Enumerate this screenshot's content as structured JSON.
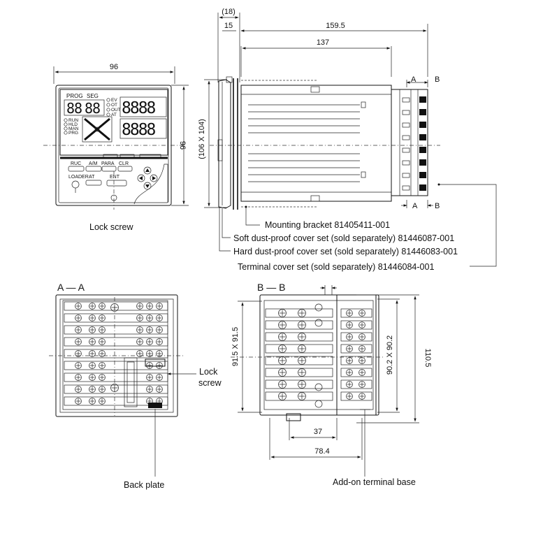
{
  "front_view": {
    "width": "96",
    "height": "96",
    "panel_labels": {
      "prog": "PROG",
      "seg": "SEG",
      "run": "RUN",
      "hld": "HLD",
      "man": "MAN",
      "prg": "PRG",
      "ev_labels": [
        "EV",
        "OT",
        "OUT",
        "AT"
      ],
      "keys": [
        "RUC",
        "A/M",
        "PARA",
        "CLR"
      ],
      "loader": "LOADER",
      "at": "AT",
      "ent": "ENT"
    },
    "lock_screw": "Lock screw"
  },
  "side_view": {
    "dim_18": "(18)",
    "dim_15": "15",
    "dim_159_5": "159.5",
    "dim_137": "137",
    "height": "(106 X 104)",
    "section_a": "A",
    "section_b": "B"
  },
  "callouts": [
    "Mounting bracket 81405411-001",
    "Soft dust-proof cover set (sold separately) 81446087-001",
    "Hard dust-proof cover set (sold separately) 81446083-001",
    "Terminal cover set (sold separately) 81446084-001"
  ],
  "section_aa": {
    "title": "A — A",
    "lock_screw_line1": "Lock",
    "lock_screw_line2": "screw",
    "back_plate": "Back plate"
  },
  "section_bb": {
    "title": "B — B",
    "dim_91_5": "91.5 X 91.5",
    "dim_90_2": "90.2 X 90.2",
    "dim_110_5": "110.5",
    "dim_37": "37",
    "dim_78_4": "78.4",
    "add_on": "Add-on terminal base"
  }
}
